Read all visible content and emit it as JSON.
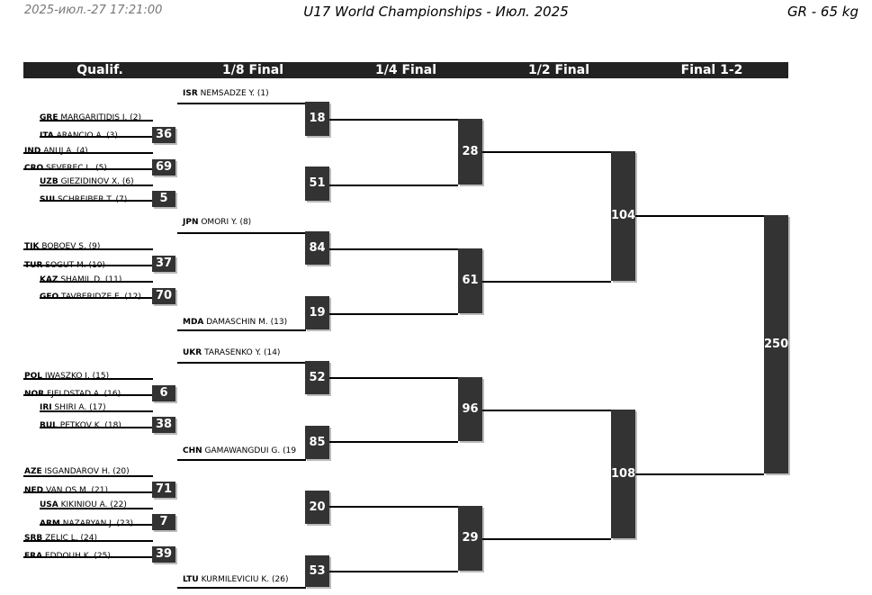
{
  "header": {
    "datetime": "2025-июл.-27 17:21:00",
    "title": "U17 World Championships - Июл. 2025",
    "category": "GR - 65 kg"
  },
  "rounds": [
    "Qualif.",
    "1/8 Final",
    "1/4 Final",
    "1/2 Final",
    "Final 1-2"
  ],
  "athletes": [
    {
      "nat": "ISR",
      "name": "NEMSADZE Y. (1)"
    },
    {
      "nat": "GRE",
      "name": "MARGARITIDIS I. (2)"
    },
    {
      "nat": "ITA",
      "name": "ARANCIO A. (3)"
    },
    {
      "nat": "IND",
      "name": "ANUJ A. (4)"
    },
    {
      "nat": "CRO",
      "name": "SEVEREC L. (5)"
    },
    {
      "nat": "UZB",
      "name": "GIEZIDINOV X. (6)"
    },
    {
      "nat": "SUI",
      "name": "SCHREIBER T. (7)"
    },
    {
      "nat": "JPN",
      "name": "OMORI Y. (8)"
    },
    {
      "nat": "TJK",
      "name": "BOBOEV S. (9)"
    },
    {
      "nat": "TUR",
      "name": "SOGUT M. (10)"
    },
    {
      "nat": "KAZ",
      "name": "SHAMIL D. (11)"
    },
    {
      "nat": "GEO",
      "name": "TAVBERIDZE E. (12)"
    },
    {
      "nat": "MDA",
      "name": "DAMASCHIN M. (13)"
    },
    {
      "nat": "UKR",
      "name": "TARASENKO Y. (14)"
    },
    {
      "nat": "POL",
      "name": "IWASZKO J. (15)"
    },
    {
      "nat": "NOR",
      "name": "FJELDSTAD A. (16)"
    },
    {
      "nat": "IRI",
      "name": "SHIRI A. (17)"
    },
    {
      "nat": "BUL",
      "name": "PETKOV K. (18)"
    },
    {
      "nat": "CHN",
      "name": "GAMAWANGDUI G. (19"
    },
    {
      "nat": "AZE",
      "name": "ISGANDAROV H. (20)"
    },
    {
      "nat": "NED",
      "name": "VAN OS M. (21)"
    },
    {
      "nat": "USA",
      "name": "KIKINIOU A. (22)"
    },
    {
      "nat": "ARM",
      "name": "NAZARYAN J. (23)"
    },
    {
      "nat": "SRB",
      "name": "ZELIC L. (24)"
    },
    {
      "nat": "FRA",
      "name": "EDDOUH K. (25)"
    },
    {
      "nat": "LTU",
      "name": "KURMILEVICIU K. (26)"
    }
  ],
  "bouts": {
    "qualif": [
      "36",
      "69",
      "5",
      "37",
      "70",
      "6",
      "38",
      "71",
      "7",
      "39"
    ],
    "r16": [
      "18",
      "51",
      "84",
      "19",
      "52",
      "85",
      "20",
      "53"
    ],
    "qf": [
      "28",
      "61",
      "96",
      "29"
    ],
    "sf": [
      "104",
      "108"
    ],
    "final": [
      "250"
    ]
  }
}
